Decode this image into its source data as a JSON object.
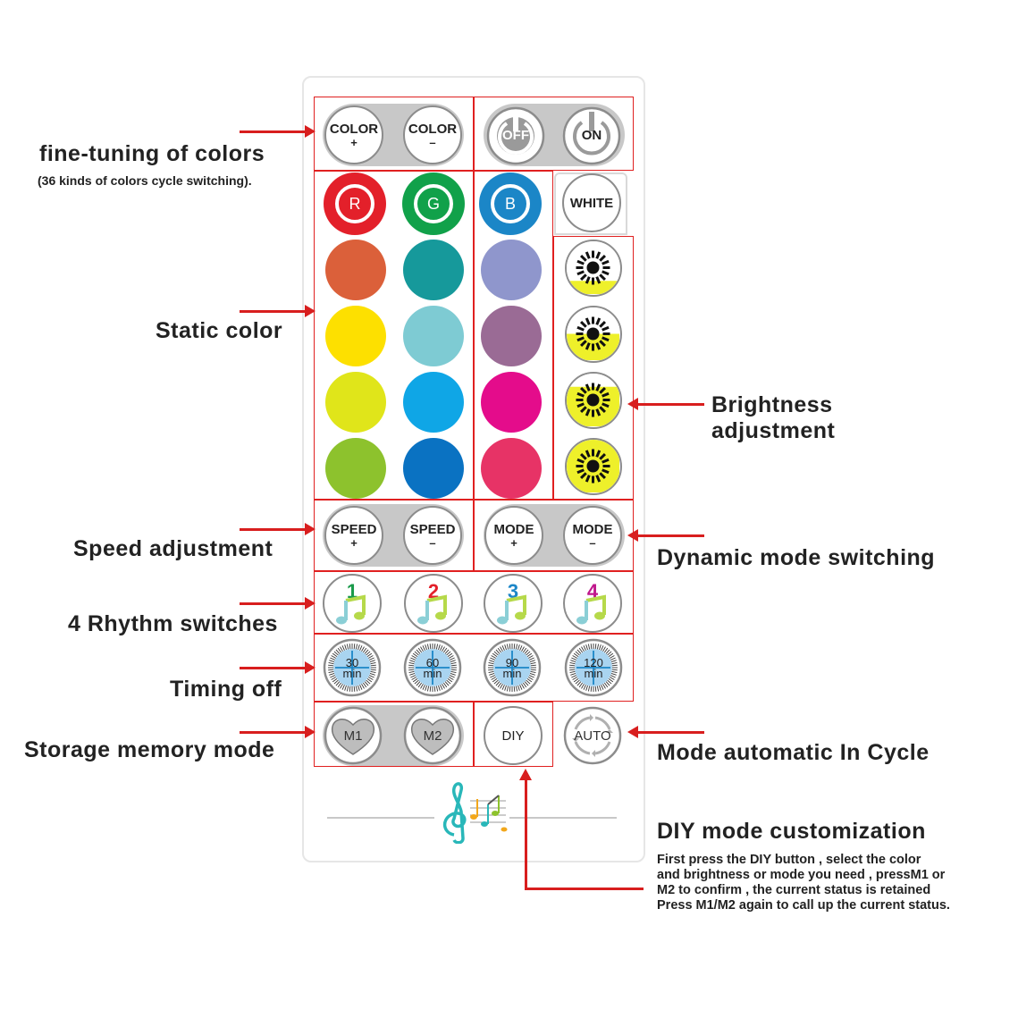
{
  "buttons": {
    "color_plus": {
      "line1": "COLOR",
      "line2": "+"
    },
    "color_minus": {
      "line1": "COLOR",
      "line2": "–"
    },
    "off": "OFF",
    "on": "ON",
    "r": "R",
    "g": "G",
    "b": "B",
    "white": "WHITE",
    "speed_plus": {
      "line1": "SPEED",
      "line2": "+"
    },
    "speed_minus": {
      "line1": "SPEED",
      "line2": "–"
    },
    "mode_plus": {
      "line1": "MODE",
      "line2": "+"
    },
    "mode_minus": {
      "line1": "MODE",
      "line2": "–"
    },
    "rhythm": [
      "1",
      "2",
      "3",
      "4"
    ],
    "timers": [
      {
        "num": "30",
        "unit": "min"
      },
      {
        "num": "60",
        "unit": "min"
      },
      {
        "num": "90",
        "unit": "min"
      },
      {
        "num": "120",
        "unit": "min"
      }
    ],
    "m1": "M1",
    "m2": "M2",
    "diy": "DIY",
    "auto": "AUTO"
  },
  "colors": {
    "accent_red": "#d81e1e",
    "r": "#e3202a",
    "g": "#11a14a",
    "b": "#1b86c7",
    "swatches_col1": [
      "#db603a",
      "#fde000",
      "#e0e51a",
      "#8dc22d"
    ],
    "swatches_col2": [
      "#16999b",
      "#7ecbd3",
      "#0fa6e6",
      "#0a72c2"
    ],
    "swatches_col3": [
      "#8f96cc",
      "#9a6b95",
      "#e40c8b",
      "#e73366"
    ],
    "rhythm_numbers": [
      "#1a9a4a",
      "#e3202a",
      "#1b86c7",
      "#c0178c"
    ]
  },
  "brightness_levels": [
    0.25,
    0.5,
    0.75,
    1.0
  ],
  "annotations": {
    "fine_tuning": "fine-tuning of colors",
    "fine_tuning_sub": "(36 kinds of colors cycle switching).",
    "static_color": "Static color",
    "brightness_1": "Brightness",
    "brightness_2": "adjustment",
    "speed": "Speed adjustment",
    "dynamic": "Dynamic mode switching",
    "rhythm": "4 Rhythm switches",
    "timing": "Timing off",
    "storage": "Storage memory mode",
    "auto_cycle": "Mode automatic  In  Cycle",
    "diy_title": "DIY mode customization",
    "diy_desc": [
      "First press the DIY button , select  the color",
      "and brightness or mode you need , pressM1 or",
      "M2 to confirm , the current status is retained",
      "Press M1/M2 again to call up the current status."
    ]
  },
  "icons": {
    "footer": "music-note-icon",
    "brightness": "sun-icon",
    "timer": "clock-icon",
    "rhythm": "music-note-icon",
    "memory": "heart-icon",
    "auto": "cycle-arrows-icon"
  }
}
